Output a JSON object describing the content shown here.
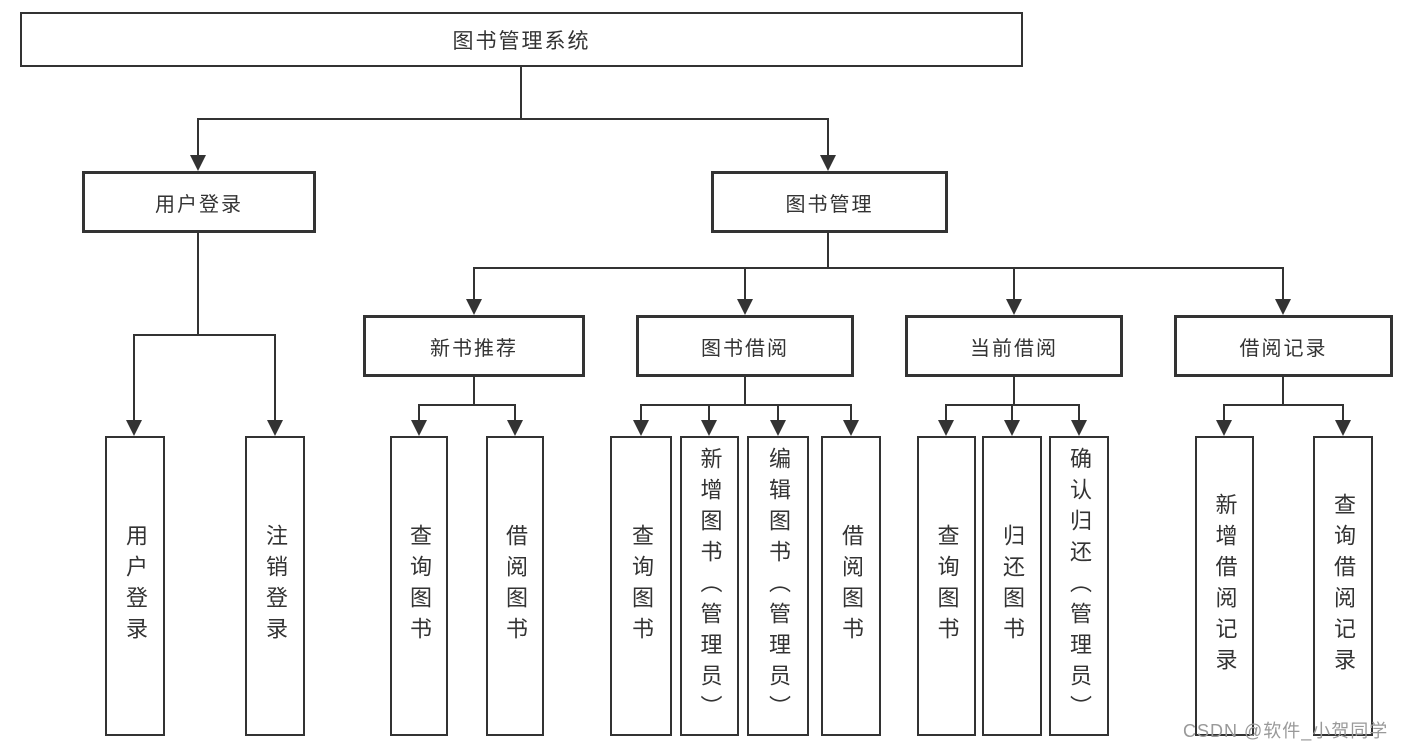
{
  "tree": {
    "root_label": "图书管理系统",
    "branches": [
      {
        "label": "用户登录",
        "leaves": [
          {
            "label": "用户登录"
          },
          {
            "label": "注销登录"
          }
        ]
      },
      {
        "label": "图书管理",
        "groups": [
          {
            "label": "新书推荐",
            "leaves": [
              {
                "label": "查询图书"
              },
              {
                "label": "借阅图书"
              }
            ]
          },
          {
            "label": "图书借阅",
            "leaves": [
              {
                "label": "查询图书"
              },
              {
                "label": "新增图书（管理员）"
              },
              {
                "label": "编辑图书（管理员）"
              },
              {
                "label": "借阅图书"
              }
            ]
          },
          {
            "label": "当前借阅",
            "leaves": [
              {
                "label": "查询图书"
              },
              {
                "label": "归还图书"
              },
              {
                "label": "确认归还（管理员）"
              }
            ]
          },
          {
            "label": "借阅记录",
            "leaves": [
              {
                "label": "新增借阅记录"
              },
              {
                "label": "查询借阅记录"
              }
            ]
          }
        ]
      }
    ]
  },
  "watermark": {
    "text": "CSDN @软件_小贺同学"
  },
  "colors": {
    "line": "#333333",
    "text": "#333333",
    "watermark": "#999999",
    "background": "#ffffff"
  }
}
